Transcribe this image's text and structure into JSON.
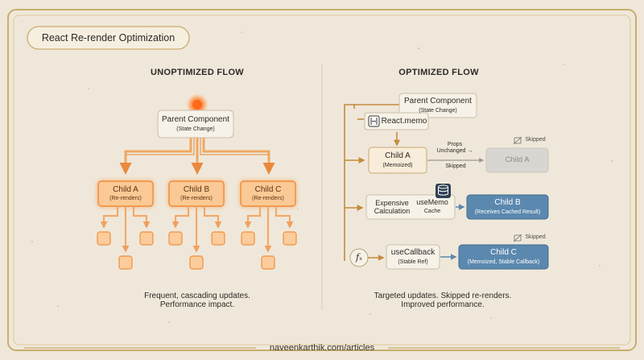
{
  "title": "React Re-render Optimization",
  "left": {
    "heading": "UNOPTIMIZED FLOW",
    "parent": {
      "title": "Parent Component",
      "sub": "(State Change)"
    },
    "children": [
      {
        "title": "Child A",
        "sub": "(Re-renders)"
      },
      {
        "title": "Child B",
        "sub": "(Re-renders)"
      },
      {
        "title": "Child C",
        "sub": "(Re-renders)"
      }
    ],
    "caption_line1": "Frequent, cascading updates.",
    "caption_line2": "Performance impact."
  },
  "right": {
    "heading": "OPTIMIZED FLOW",
    "parent": {
      "title": "Parent Component",
      "sub": "(State Change)"
    },
    "react_memo": "React.memo",
    "child_a": {
      "title": "Child A",
      "sub": "(Memoized)"
    },
    "props_label_1": "Props",
    "props_label_2": "Unchanged →",
    "skipped_label": "Skipped",
    "child_a_skipped": "Child A",
    "skipped_badge_1": "Skipped",
    "expensive": {
      "line1": "Expensive",
      "line2": "Calculation"
    },
    "use_memo": "useMemo",
    "cache": "Cache",
    "child_b": {
      "title": "Child B",
      "sub": "(Receives Cached Result)"
    },
    "fx_symbol": "fₓ",
    "use_callback": {
      "title": "useCallback",
      "sub": "(Stable Ref)"
    },
    "child_c": {
      "title": "Child C",
      "sub": "(Memoized, Stable Callback)"
    },
    "skipped_badge_2": "Skipped",
    "caption_line1": "Targeted updates. Skipped re-renders.",
    "caption_line2": "Improved performance."
  },
  "footer": "naveenkarthik.com/articles",
  "colors": {
    "background": "#efe8da",
    "frame": "#c9ad6e",
    "orange": "#f1913f",
    "orange_fill": "#fbd0a2",
    "blue": "#5a87ad",
    "gray": "#d6d3cf"
  },
  "icons": [
    "glow-icon",
    "react-memo-icon",
    "skipped-icon",
    "database-icon",
    "function-icon",
    "arrow-icon"
  ]
}
